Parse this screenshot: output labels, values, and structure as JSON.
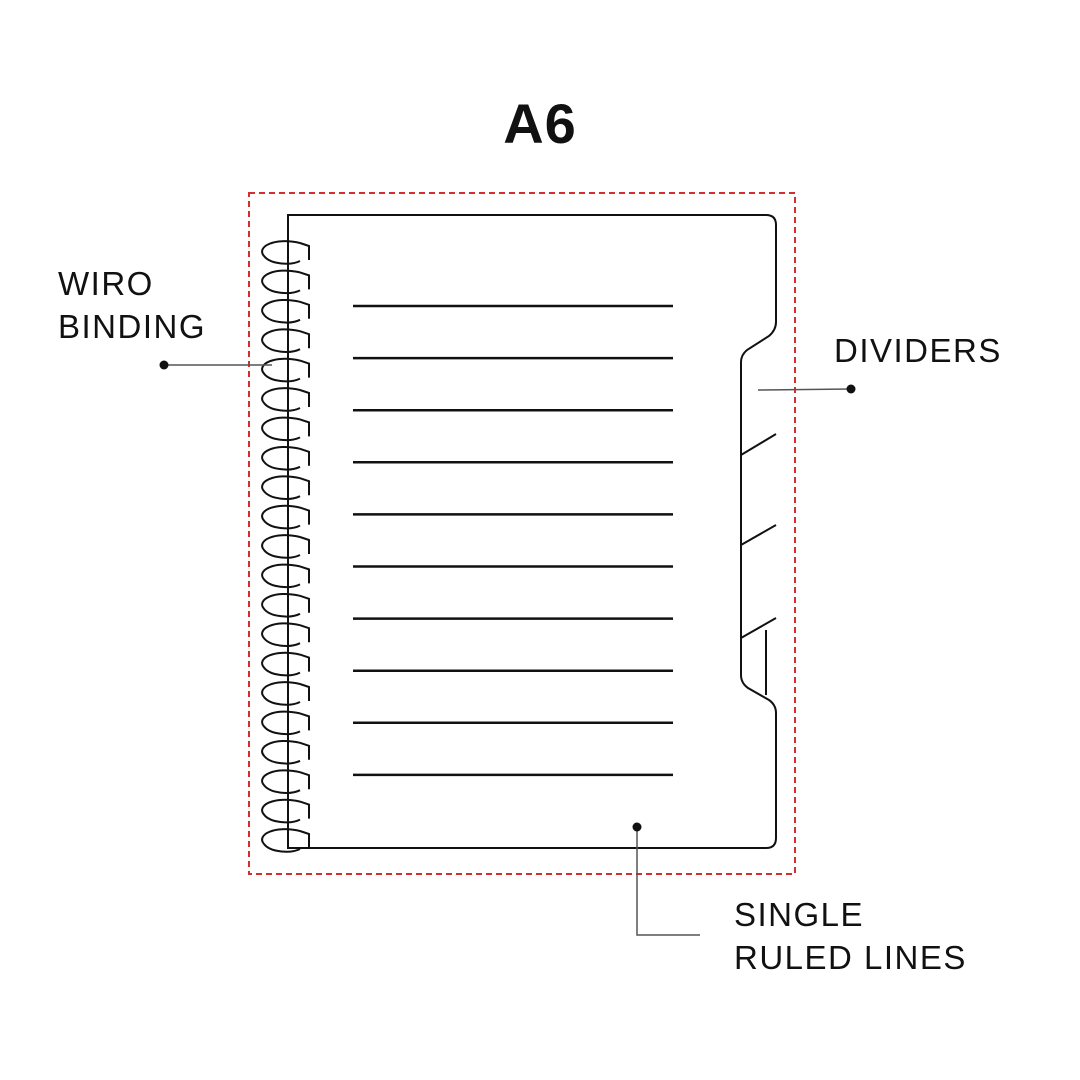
{
  "title": "A6",
  "callouts": {
    "wiro_binding": [
      "WIRO",
      "BINDING"
    ],
    "dividers": [
      "DIVIDERS"
    ],
    "ruled_lines": [
      "SINGLE",
      "RULED LINES"
    ]
  },
  "colors": {
    "outline": "#111111",
    "frame": "#d32f2f",
    "leader": "#555555"
  }
}
